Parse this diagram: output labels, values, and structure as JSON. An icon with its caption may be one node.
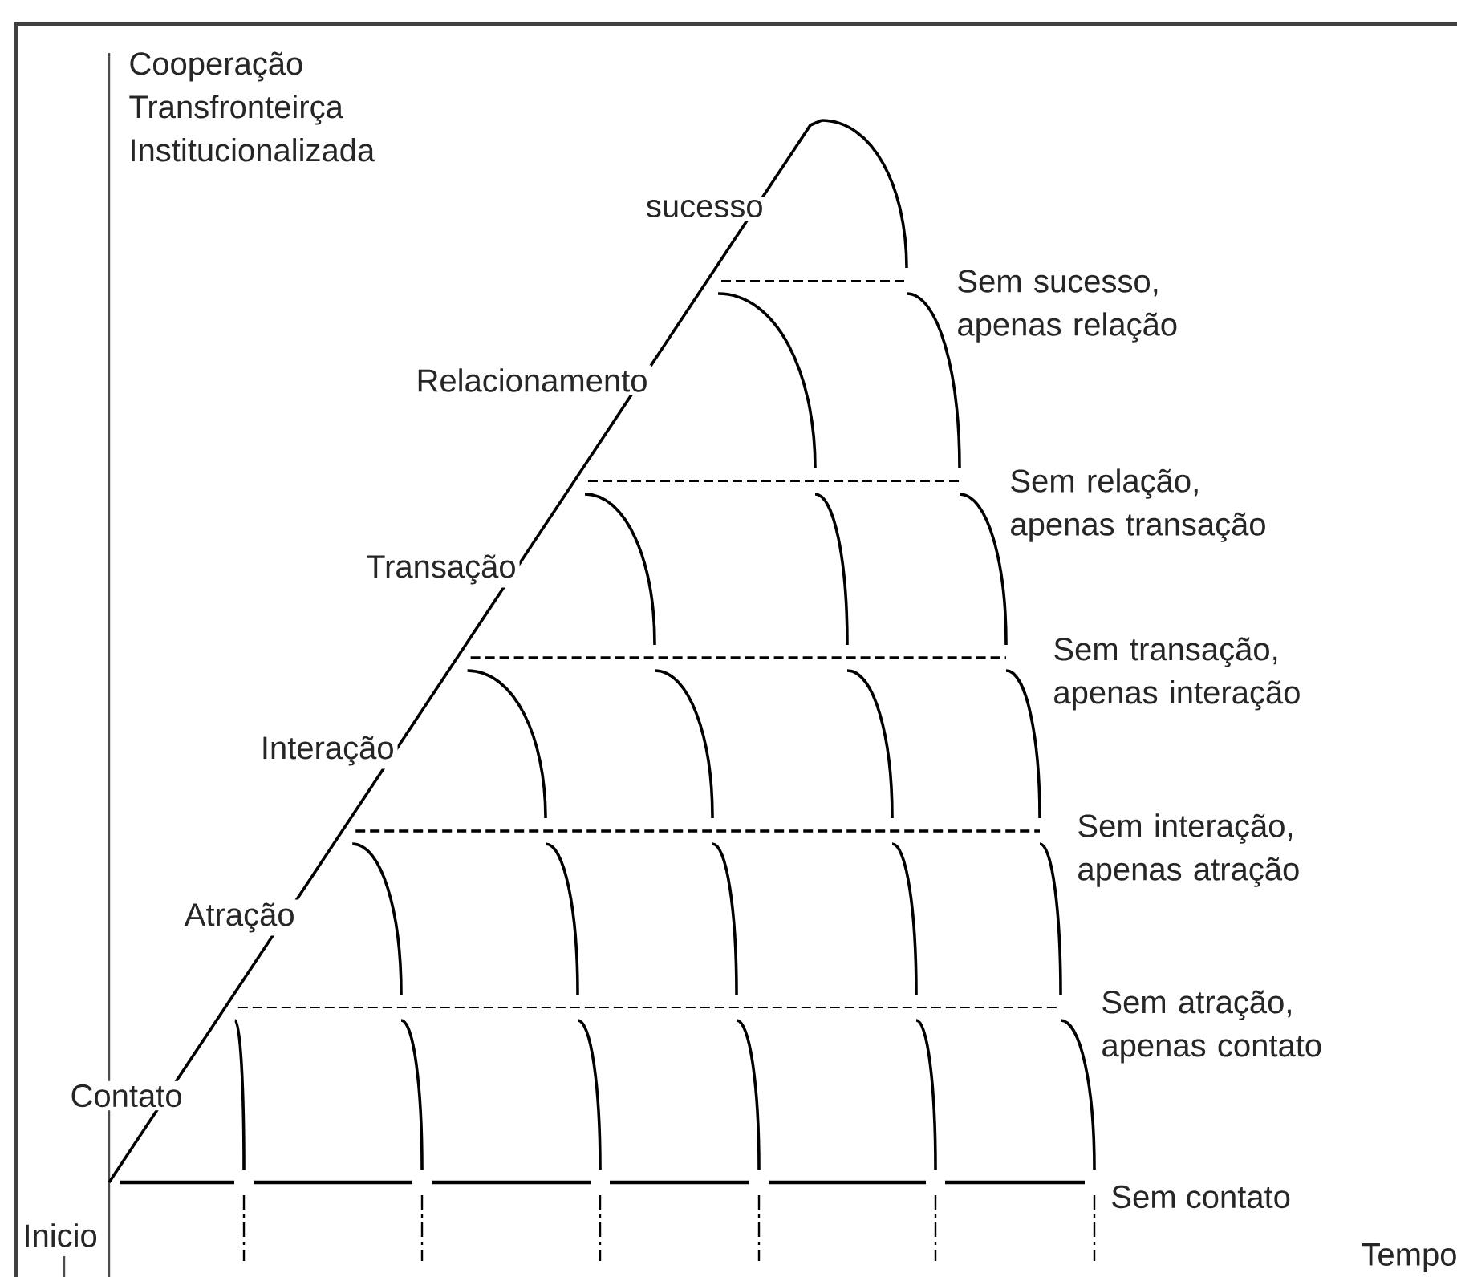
{
  "diagram": {
    "labels": [
      "Cooperação Transfronteirça Institucionalizada",
      "sucesso",
      "Sem sucesso, apenas relação",
      "Relacionamento",
      "Sem relação, apenas transação",
      "Transação",
      "Sem transação, apenas interação",
      "Interação",
      "Sem interação, apenas atração",
      "Atração",
      "Sem atração, apenas contato",
      "Contato",
      "Sem contato",
      "Inicio",
      "Tempo"
    ]
  }
}
